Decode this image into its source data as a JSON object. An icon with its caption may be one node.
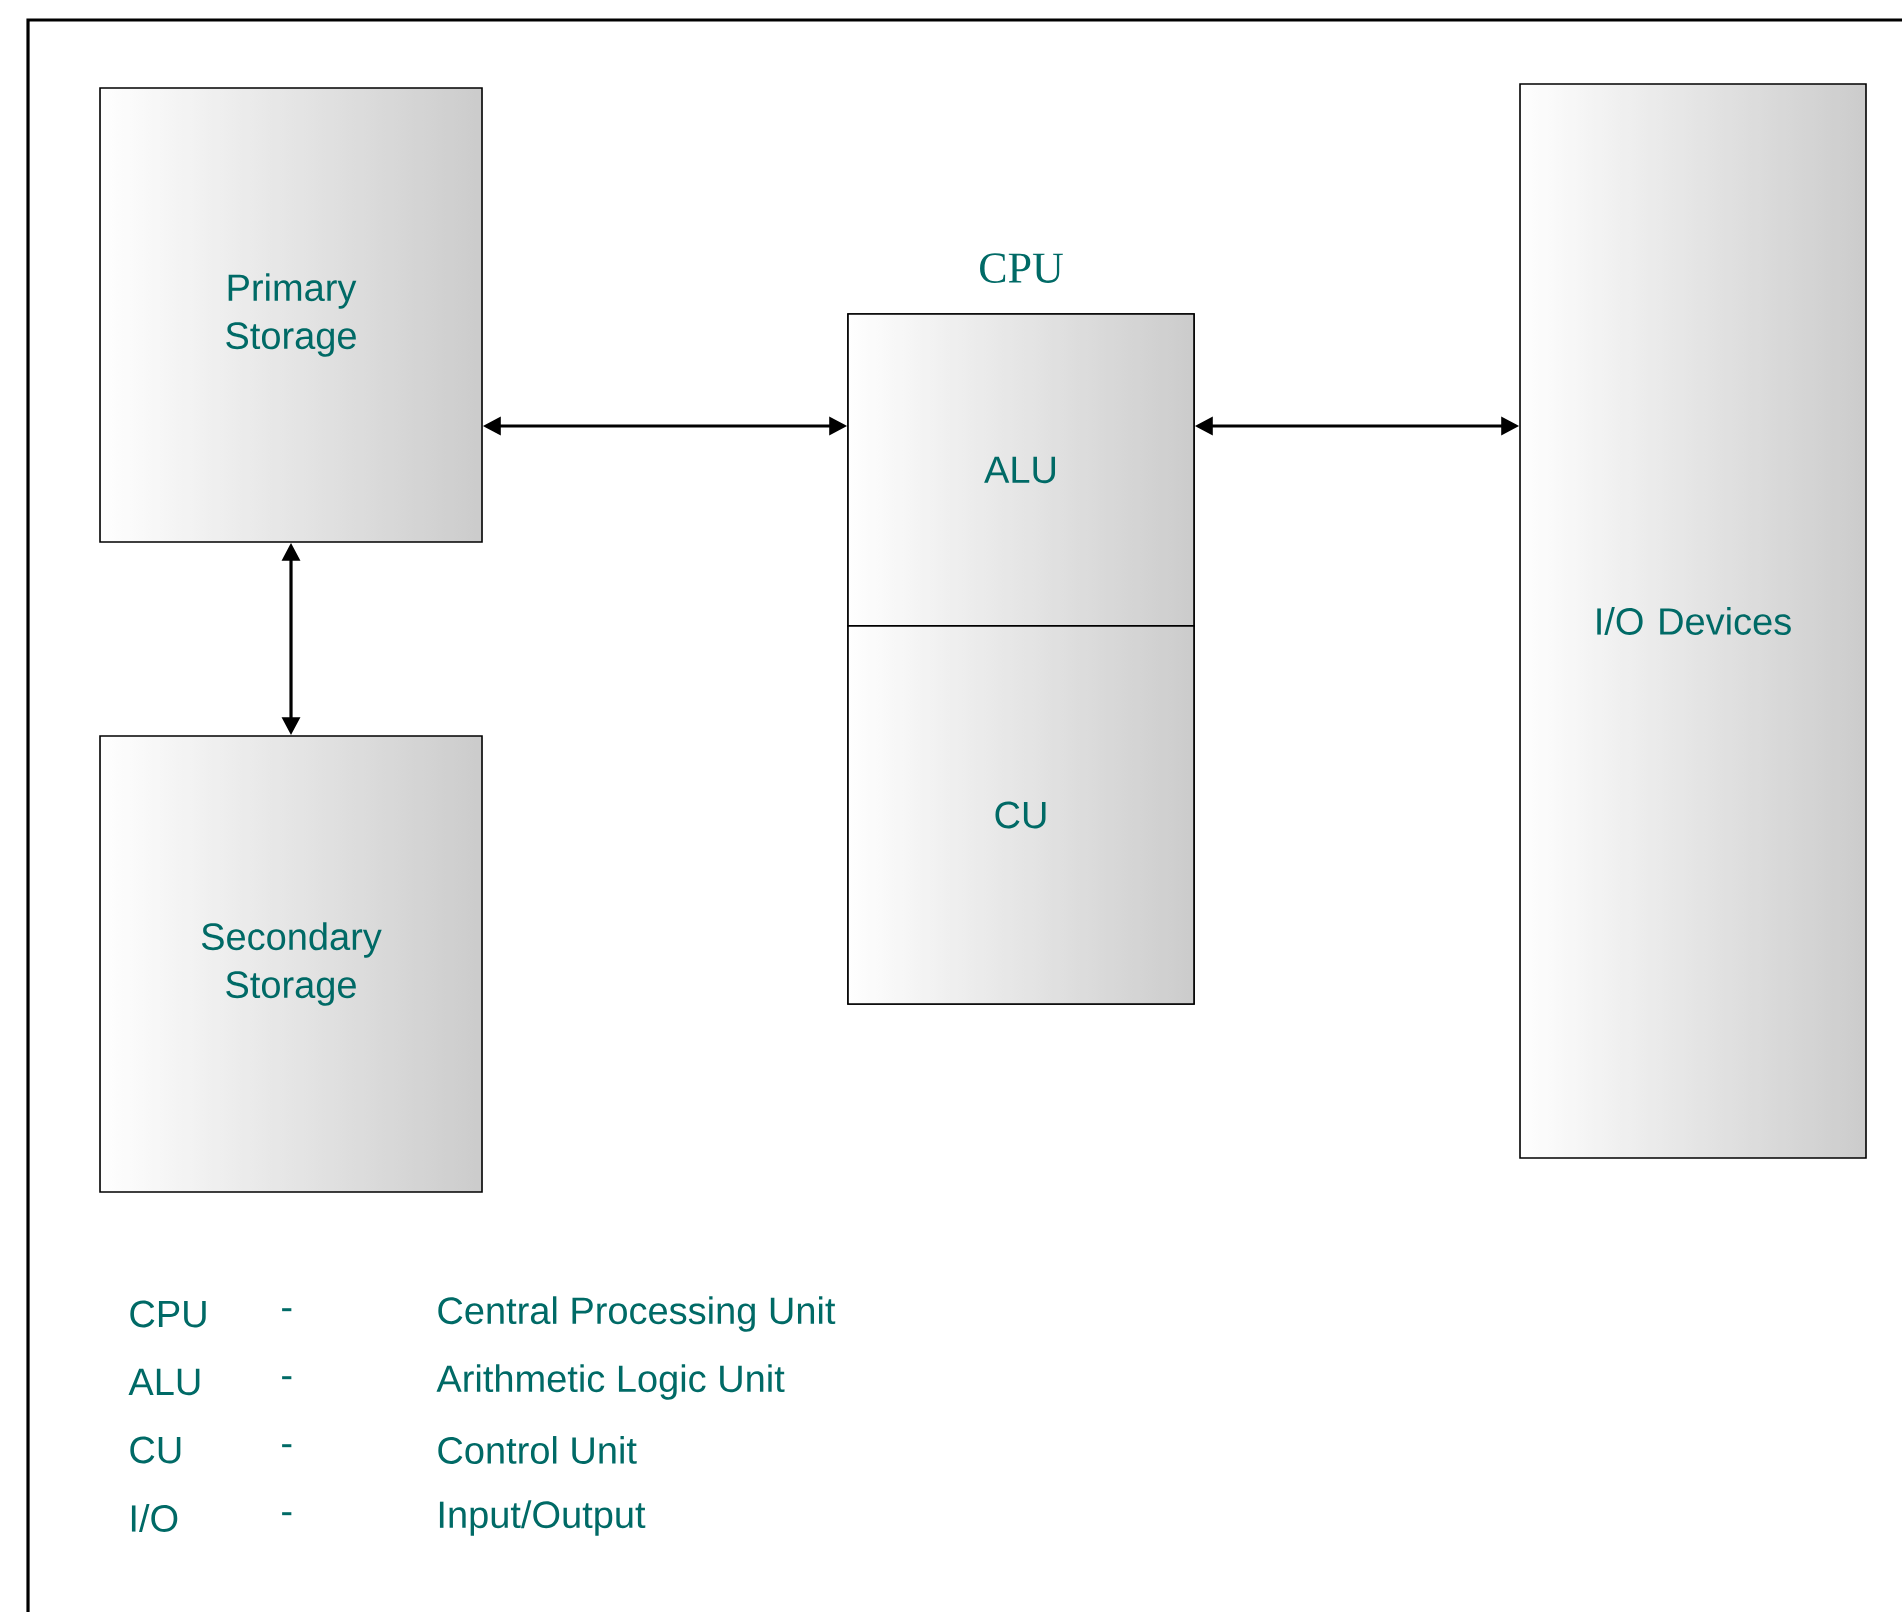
{
  "diagram": {
    "nodes": [
      {
        "text": [
          "Primary Storage"
        ]
      },
      {
        "text": [
          "Secondary Storage"
        ]
      },
      {
        "text": [
          "CPU"
        ]
      },
      {
        "text": [
          "ALU"
        ],
        "in": 2
      },
      {
        "text": [
          "CU"
        ],
        "in": 2
      },
      {
        "text": [
          "I/O Devices"
        ]
      }
    ],
    "edges": [
      {
        "from": 0,
        "to": 3,
        "arrow": "both"
      },
      {
        "from": 3,
        "to": 5,
        "arrow": "both"
      },
      {
        "from": 0,
        "to": 1,
        "arrow": "both"
      }
    ],
    "labels": [
      "CPU",
      "-",
      "Central Processing Unit",
      "ALU",
      "-",
      "Arithmetic Logic Unit",
      "CU",
      "-",
      "Control Unit",
      "I/O",
      "-",
      "Input/Output"
    ]
  }
}
